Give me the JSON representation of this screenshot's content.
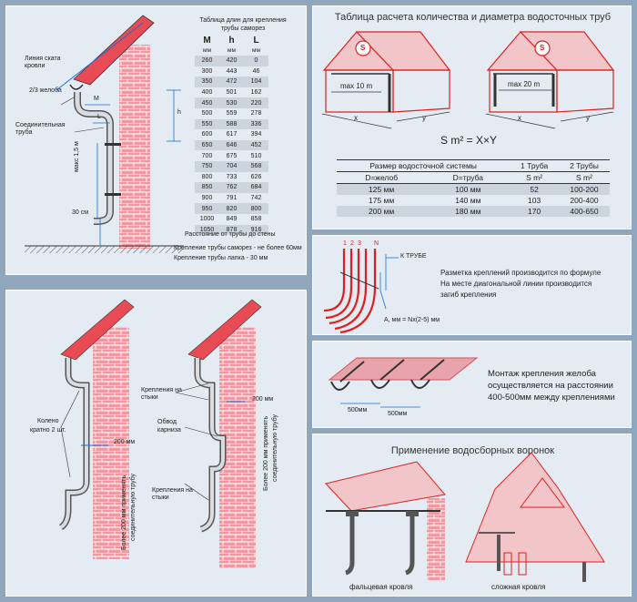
{
  "colors": {
    "background": "#8fa6bd",
    "panel": "#e4ebf2",
    "accent": "#e02020",
    "dim_blue": "#1a6fd6",
    "brick": "#e8a4aa"
  },
  "p1": {
    "table_title": "Таблица длин для крепления трубы саморез",
    "cols": [
      "M",
      "h",
      "L"
    ],
    "units": [
      "мм",
      "мм",
      "мм"
    ],
    "rows": [
      [
        "260",
        "420",
        "0"
      ],
      [
        "300",
        "443",
        "46"
      ],
      [
        "350",
        "472",
        "104"
      ],
      [
        "400",
        "501",
        "162"
      ],
      [
        "450",
        "530",
        "220"
      ],
      [
        "500",
        "559",
        "278"
      ],
      [
        "550",
        "588",
        "336"
      ],
      [
        "600",
        "617",
        "394"
      ],
      [
        "650",
        "646",
        "452"
      ],
      [
        "700",
        "675",
        "510"
      ],
      [
        "750",
        "704",
        "568"
      ],
      [
        "800",
        "733",
        "626"
      ],
      [
        "850",
        "762",
        "684"
      ],
      [
        "900",
        "791",
        "742"
      ],
      [
        "950",
        "820",
        "800"
      ],
      [
        "1000",
        "849",
        "858"
      ],
      [
        "1050",
        "878",
        "916"
      ]
    ],
    "roof_line": "Линия ската кровли",
    "gutter_part": "2/3 желоба",
    "connecting_pipe": "Соединительная труба",
    "dim_m": "M",
    "dim_h": "h",
    "dim_l": "L",
    "max_1_5": "макс 1,5 м",
    "dim_30": "30 см",
    "distance_title": "Расстояние от трубы до стены",
    "distance_screw": "Крепление трубы саморез - не более 60мм",
    "distance_clamp": "Крепление трубы лапка - 30 мм"
  },
  "p2": {
    "title": "Таблица расчета количества и диаметра водосточных труб",
    "max10": "max 10 m",
    "max20": "max 20 m",
    "x": "x",
    "y": "y",
    "s": "S",
    "formula": "S m² = X×Y",
    "head": [
      "Размер водосточной системы",
      "1 Труба",
      "2 Трубы"
    ],
    "sub": [
      "D=желоб",
      "D=труба",
      "S m²",
      "S m²"
    ],
    "rows": [
      [
        "125 мм",
        "100 мм",
        "52",
        "100-200"
      ],
      [
        "175 мм",
        "140 мм",
        "103",
        "200-400"
      ],
      [
        "200 мм",
        "180 мм",
        "170",
        "400-650"
      ]
    ]
  },
  "p3": {
    "nums": [
      "1",
      "2",
      "3",
      "N"
    ],
    "to_pipe": "К ТРУБЕ",
    "a_formula": "А, мм = Nx(2-5) мм",
    "text1": "Разметка креплений производится по формуле",
    "text2": "На месте диагональной линии производится",
    "text3": "загиб крепления"
  },
  "p4": {
    "d1": "500мм",
    "d2": "500мм",
    "text1": "Монтаж крепления желоба",
    "text2": "осуществляется на расстоянии",
    "text3": "400-500мм между креплениями"
  },
  "p5": {
    "knee": "Колено",
    "knee2": "кратно 2 шт.",
    "d200": "200 мм",
    "more200": "Более 200 мм применять",
    "more200b": "соединительную трубу",
    "clamps_joints": "Крепления на",
    "joints": "стыки",
    "bypass": "Обвод",
    "cornice": "карниза",
    "clamps_joints2": "Крепления на",
    "joints2": "стыки",
    "d200b": "200 мм",
    "more200c": "Более 200 мм применять",
    "more200d": "соединительную трубу"
  },
  "p6": {
    "title": "Применение водосборных воронок",
    "flat_roof": "фальцевая кровля",
    "complex_roof": "сложная кровля"
  }
}
